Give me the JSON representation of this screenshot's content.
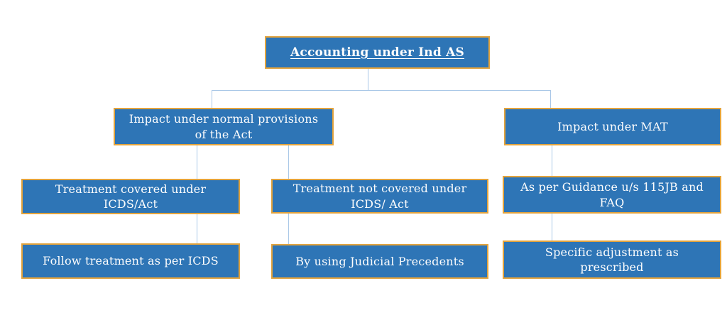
{
  "diagram": {
    "title": "Accounting under Ind AS flowchart",
    "colors": {
      "box_fill": "#2E75B6",
      "box_border": "#E2A33D",
      "text": "#FDFDFD",
      "connector": "#A9C7E7",
      "background": "#FFFFFF"
    },
    "nodes": {
      "root": {
        "label": "Accounting under Ind AS"
      },
      "normal_provisions": {
        "label": "Impact under normal provisions of the Act"
      },
      "mat": {
        "label": "Impact under MAT"
      },
      "covered": {
        "label": "Treatment covered under ICDS/Act"
      },
      "not_covered": {
        "label": "Treatment not covered under ICDS/ Act"
      },
      "guidance": {
        "label": "As per Guidance u/s 115JB and FAQ"
      },
      "follow_icds": {
        "label": "Follow treatment as per ICDS"
      },
      "judicial_precedents": {
        "label": "By using Judicial Precedents"
      },
      "specific_adjustment": {
        "label": "Specific adjustment as prescribed"
      }
    }
  }
}
